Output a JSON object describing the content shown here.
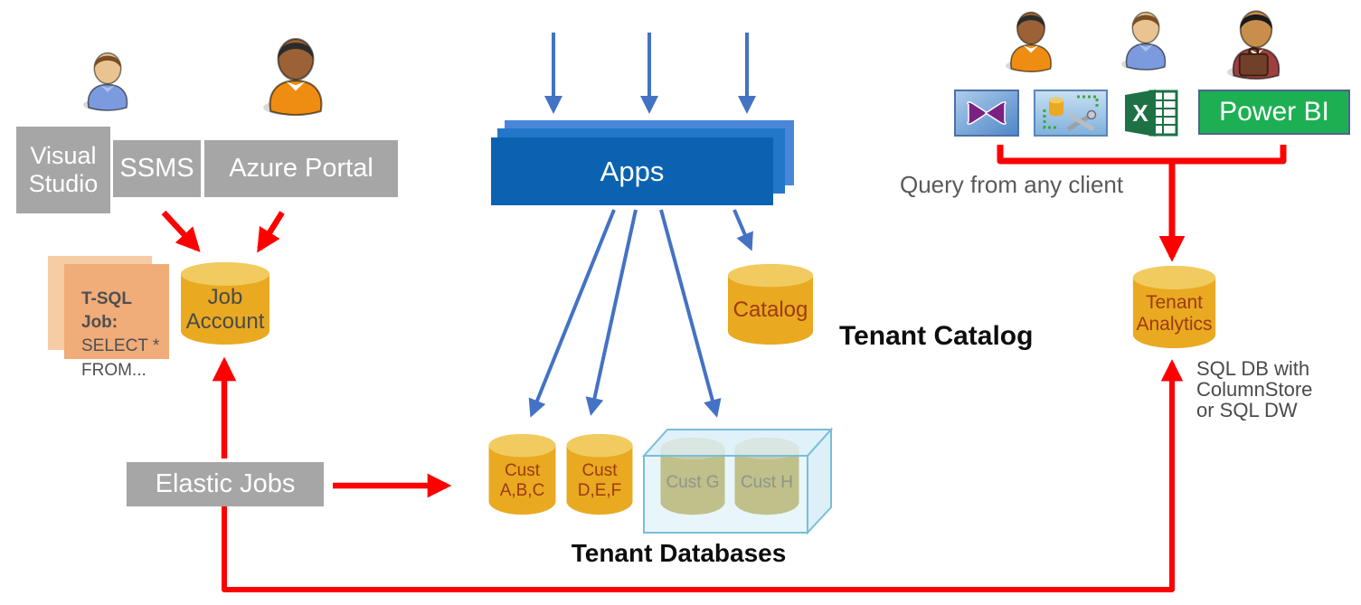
{
  "left": {
    "tools": [
      {
        "label": "Visual Studio"
      },
      {
        "label": "SSMS"
      },
      {
        "label": "Azure Portal"
      }
    ],
    "tsql_note": {
      "title": "T-SQL Job:",
      "lines": [
        "SELECT *",
        "FROM..."
      ]
    },
    "job_account": {
      "lines": [
        "Job",
        "Account"
      ]
    },
    "elastic_jobs": {
      "label": "Elastic Jobs"
    }
  },
  "center": {
    "apps_label": "Apps",
    "catalog": {
      "label": "Catalog",
      "caption": "Tenant Catalog"
    },
    "tenant_dbs": {
      "db1": {
        "lines": [
          "Cust",
          "A,B,C"
        ]
      },
      "db2": {
        "lines": [
          "Cust",
          "D,E,F"
        ]
      },
      "pool": {
        "db1": "Cust G",
        "db2": "Cust H"
      },
      "caption": "Tenant Databases"
    }
  },
  "right": {
    "clients": {
      "icons": [
        "visual-studio",
        "ssms",
        "excel",
        "power-bi"
      ],
      "power_bi_label": "Power BI",
      "caption": "Query from any client"
    },
    "analytics_db": {
      "lines": [
        "Tenant",
        "Analytics"
      ]
    },
    "note": {
      "lines": [
        "SQL DB with",
        "ColumnStore",
        "or SQL DW"
      ]
    }
  },
  "colors": {
    "arrow_red": "#FF0000",
    "arrow_blue": "#4472C4",
    "tool_gray": "#A6A6A6",
    "cylinder_body": "#E9A921",
    "cylinder_top": "#F1CB5F",
    "pool_cylinder_body": "#B49E33",
    "pool_cylinder_top": "#C6B45F",
    "apps_front_blue": "#0B62B0",
    "power_bi_green": "#1CB052",
    "note_peach": "#F0AC79"
  }
}
